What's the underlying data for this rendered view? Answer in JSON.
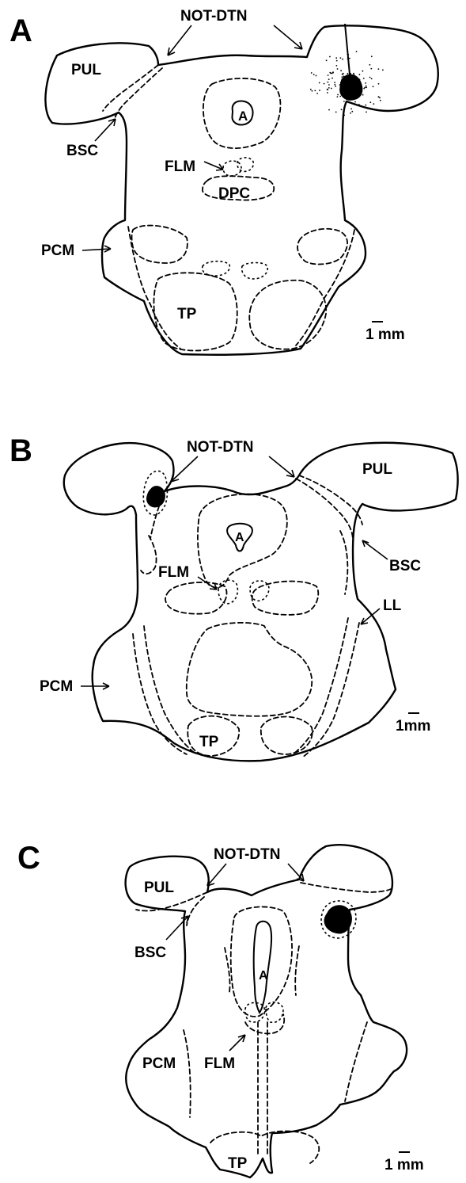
{
  "panels": [
    {
      "letter": "A",
      "labels": {
        "not_dtn": "NOT-DTN",
        "pul": "PUL",
        "bsc": "BSC",
        "aqueduct": "A",
        "flm": "FLM",
        "dpc": "DPC",
        "pcm": "PCM",
        "tp": "TP"
      },
      "scale": "1 mm"
    },
    {
      "letter": "B",
      "labels": {
        "not_dtn": "NOT-DTN",
        "pul": "PUL",
        "bsc": "BSC",
        "aqueduct": "A",
        "flm": "FLM",
        "ll": "LL",
        "pcm": "PCM",
        "tp": "TP"
      },
      "scale": "1mm"
    },
    {
      "letter": "C",
      "labels": {
        "not_dtn": "NOT-DTN",
        "pul": "PUL",
        "bsc": "BSC",
        "aqueduct": "A",
        "flm": "FLM",
        "pcm": "PCM",
        "tp": "TP"
      },
      "scale": "1 mm"
    }
  ]
}
